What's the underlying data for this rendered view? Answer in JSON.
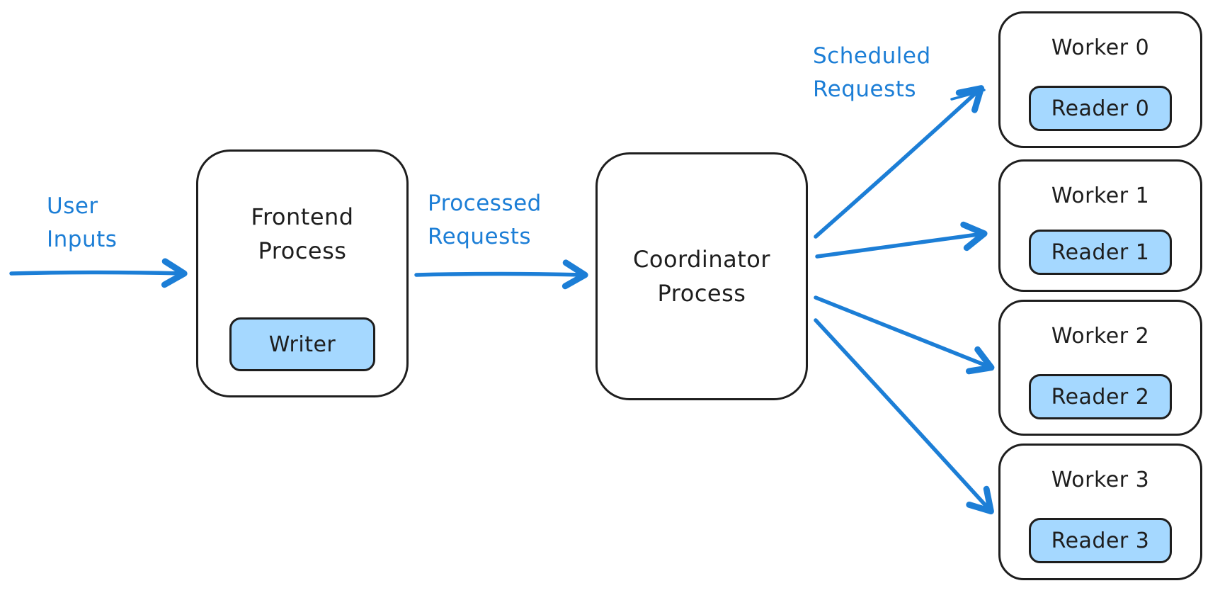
{
  "labels": {
    "user_inputs": "User Inputs",
    "processed_requests": "Processed Requests",
    "scheduled_requests": "Scheduled Requests"
  },
  "frontend": {
    "title": "Frontend Process",
    "writer": "Writer"
  },
  "coordinator": {
    "title": "Coordinator Process"
  },
  "workers": [
    {
      "title": "Worker 0",
      "reader": "Reader 0"
    },
    {
      "title": "Worker 1",
      "reader": "Reader 1"
    },
    {
      "title": "Worker 2",
      "reader": "Reader 2"
    },
    {
      "title": "Worker 3",
      "reader": "Reader 3"
    }
  ],
  "colors": {
    "accent": "#1c7ed6",
    "chip_fill": "#a5d8ff",
    "stroke": "#1e1e1e",
    "background": "#ffffff"
  }
}
